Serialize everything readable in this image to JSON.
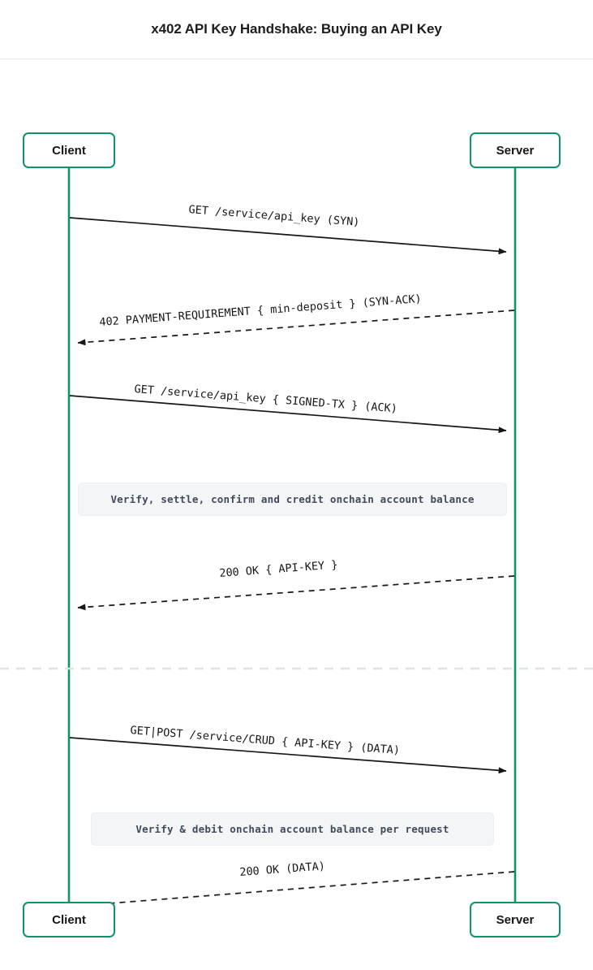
{
  "header": {
    "title": "x402 API Key Handshake: Buying an API Key"
  },
  "colors": {
    "lifeline": "#109464",
    "participant_border": "#109464",
    "arrow": "#17171a",
    "note_bg": "#f4f5f7",
    "note_text": "#404a5c",
    "divider": "#dfe6e3",
    "header_rule": "#e8e8e8"
  },
  "participants": [
    {
      "id": "client",
      "label": "Client",
      "position": "left"
    },
    {
      "id": "server",
      "label": "Server",
      "position": "right"
    }
  ],
  "participants_bottom": [
    {
      "id": "client-bottom",
      "label": "Client",
      "position": "left"
    },
    {
      "id": "server-bottom",
      "label": "Server",
      "position": "right"
    }
  ],
  "sequence": [
    {
      "index": 1,
      "kind": "message",
      "from": "client",
      "to": "server",
      "direction": "right",
      "line": "solid",
      "arrowhead": "filled-triangle",
      "label": "GET /service/api_key (SYN)"
    },
    {
      "index": 2,
      "kind": "message",
      "from": "server",
      "to": "client",
      "direction": "left",
      "line": "dashed",
      "arrowhead": "filled-triangle",
      "label": "402 PAYMENT-REQUIREMENT { min-deposit } (SYN-ACK)"
    },
    {
      "index": 3,
      "kind": "message",
      "from": "client",
      "to": "server",
      "direction": "right",
      "line": "solid",
      "arrowhead": "filled-triangle",
      "label": "GET /service/api_key { SIGNED-TX } (ACK)"
    },
    {
      "index": 4,
      "kind": "note",
      "over": "both",
      "label": "Verify, settle, confirm and credit onchain account balance"
    },
    {
      "index": 5,
      "kind": "message",
      "from": "server",
      "to": "client",
      "direction": "left",
      "line": "dashed",
      "arrowhead": "filled-triangle",
      "label": "200 OK { API-KEY }"
    },
    {
      "index": 6,
      "kind": "divider",
      "label": ""
    },
    {
      "index": 7,
      "kind": "message",
      "from": "client",
      "to": "server",
      "direction": "right",
      "line": "solid",
      "arrowhead": "filled-triangle",
      "label": "GET|POST /service/CRUD { API-KEY } (DATA)"
    },
    {
      "index": 8,
      "kind": "note",
      "over": "both",
      "label": "Verify & debit onchain account balance per request"
    },
    {
      "index": 9,
      "kind": "message",
      "from": "server",
      "to": "client",
      "direction": "left",
      "line": "dashed",
      "arrowhead": "filled-triangle",
      "label": "200 OK (DATA)"
    }
  ]
}
